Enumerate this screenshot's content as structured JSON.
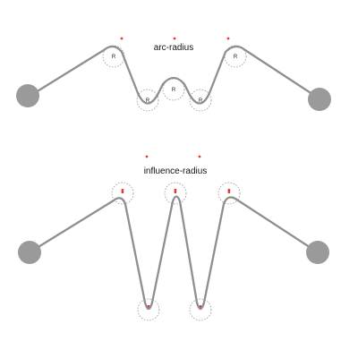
{
  "diagram": {
    "top_label": "arc-radius",
    "bottom_label": "influence-radius",
    "radius_symbol": "R",
    "colors": {
      "rope": "#8f8f8f",
      "anchor": "#9a9a9a",
      "guide": "#8a8a8a",
      "accent": "#e53935"
    }
  }
}
